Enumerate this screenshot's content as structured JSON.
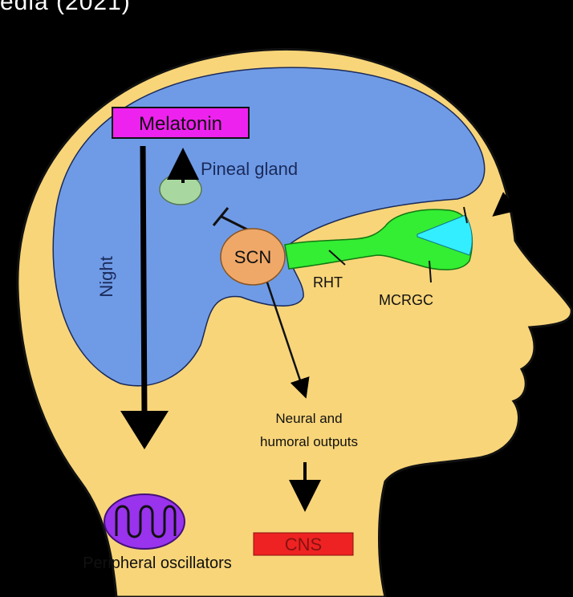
{
  "caption": "edia (2021)",
  "labels": {
    "melatonin": "Melatonin",
    "pineal_gland": "Pineal gland",
    "scn": "SCN",
    "rht": "RHT",
    "mcrgc": "MCRGC",
    "night": "Night",
    "neural_outputs_line1": "Neural and",
    "neural_outputs_line2": "humoral outputs",
    "cns": "CNS",
    "peripheral_oscillators": "Peripheral oscillators"
  },
  "colors": {
    "background": "#000000",
    "head": "#f8d579",
    "brain": "#6f9be6",
    "retina_path": "#33ee33",
    "eye_lens": "#33eeff",
    "scn": "#f0a868",
    "pineal": "#a8d8a0",
    "melatonin_box": "#ee22ee",
    "cns_box": "#ee2222",
    "oscillator": "#9933ee"
  }
}
